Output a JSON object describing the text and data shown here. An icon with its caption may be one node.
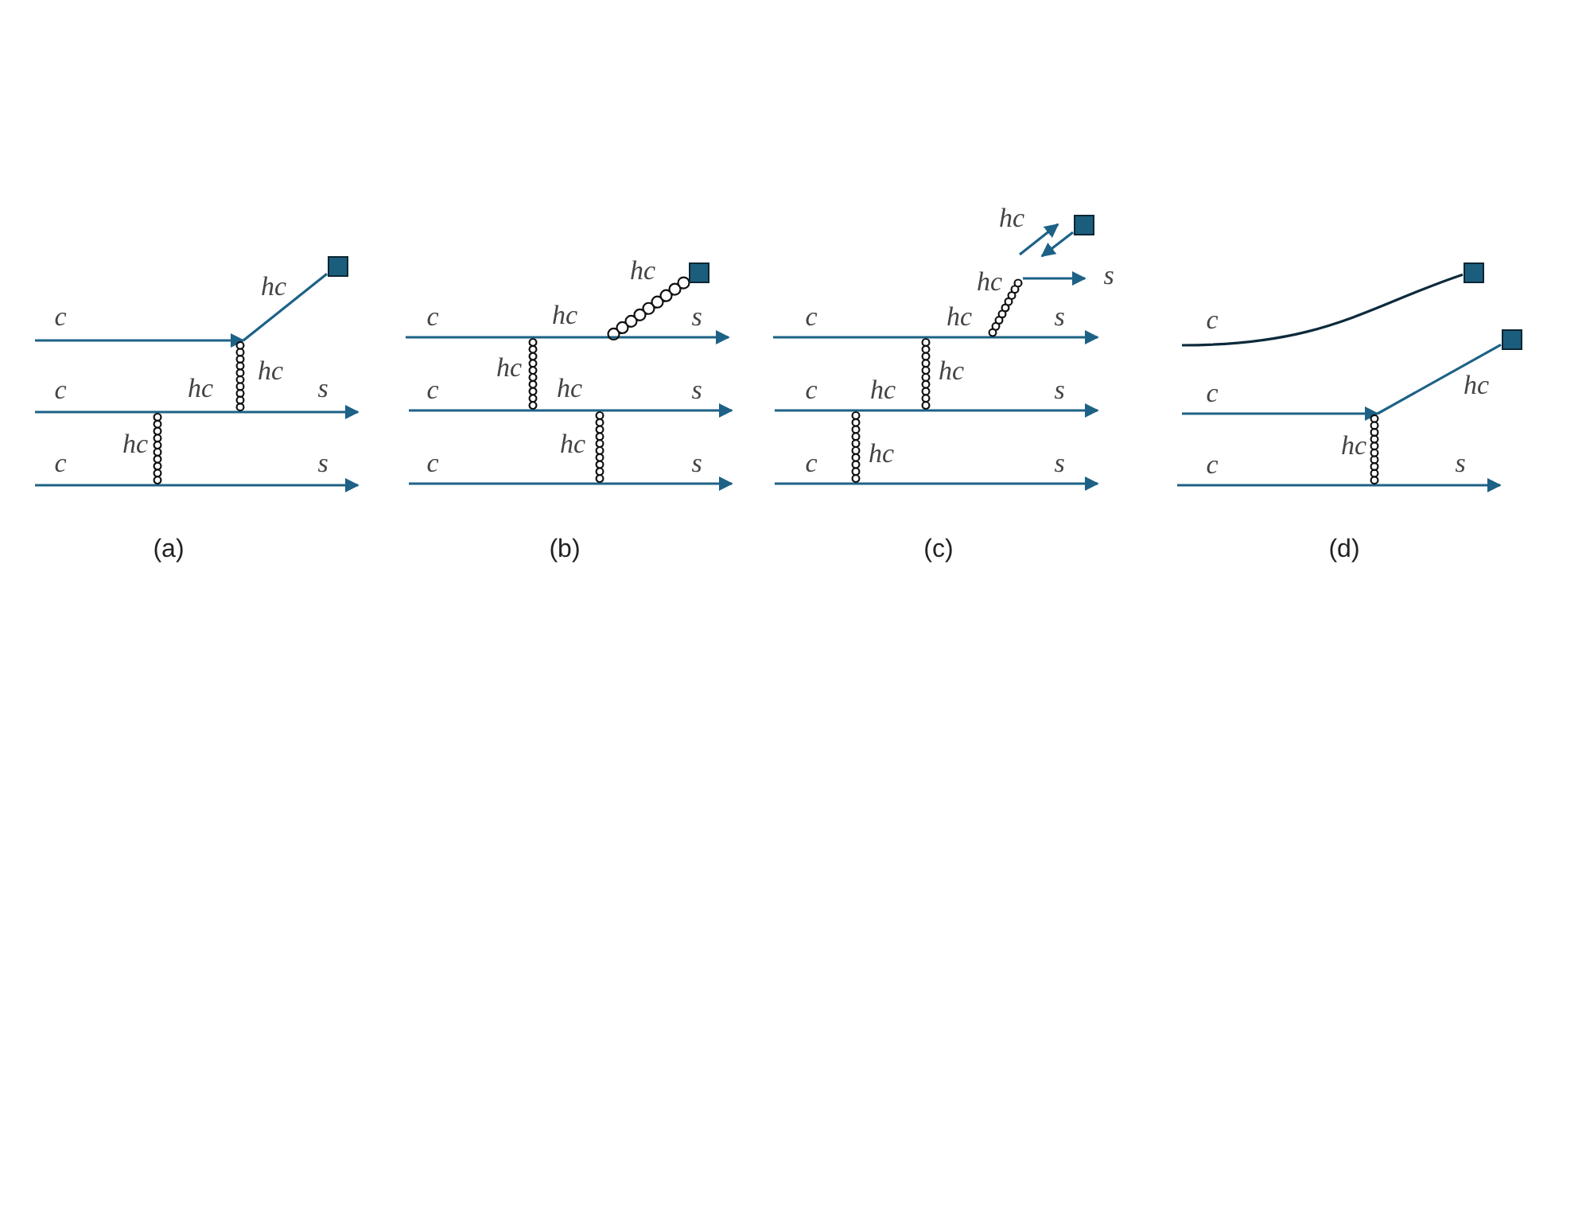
{
  "diagram": {
    "nodes": [
      {
        "text": [],
        "shape": "box"
      },
      {
        "text": [],
        "shape": "box"
      },
      {
        "text": [],
        "shape": "box"
      },
      {
        "text": [],
        "shape": "box"
      },
      {
        "text": [],
        "shape": "box"
      }
    ],
    "edges": [
      {
        "from": null,
        "to": 0,
        "arrow": "none"
      },
      {
        "from": null,
        "to": 1,
        "arrow": "none",
        "color": "#111111"
      },
      {
        "from": 2,
        "to": null,
        "arrow": "to"
      },
      {
        "from": null,
        "to": 3,
        "arrow": "none",
        "color": "#0d2a3c"
      },
      {
        "from": null,
        "to": 4,
        "arrow": "none"
      }
    ],
    "labels": [
      "hc",
      "c",
      "hc",
      "c",
      "hc",
      "s",
      "hc",
      "c",
      "s",
      "(a)",
      "hc",
      "c",
      "hc",
      "s",
      "hc",
      "c",
      "hc",
      "s",
      "hc",
      "c",
      "s",
      "(b)",
      "hc",
      "s",
      "hc",
      "c",
      "hc",
      "s",
      "hc",
      "c",
      "hc",
      "s",
      "c",
      "hc",
      "s",
      "(c)",
      "c",
      "c",
      "hc",
      "hc",
      "c",
      "s",
      "(d)"
    ]
  }
}
